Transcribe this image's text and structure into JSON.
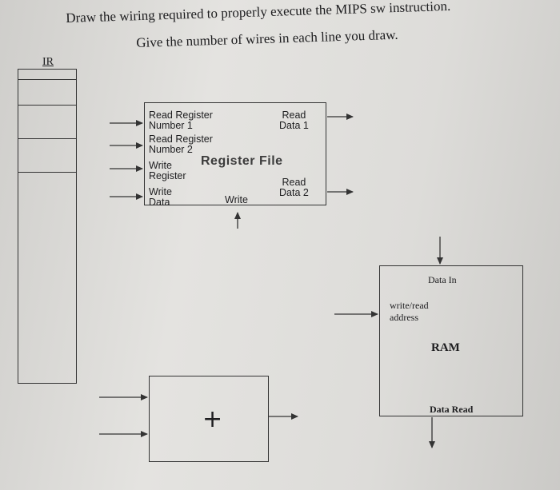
{
  "title": {
    "line1": "Draw the wiring required to properly execute the MIPS sw instruction.",
    "line2": "Give the number of wires in each line you draw."
  },
  "instruction_register": {
    "label": "IR"
  },
  "register_file": {
    "title": "Register File",
    "read_register_1": [
      "Read Register",
      "Number 1"
    ],
    "read_register_2": [
      "Read Register",
      "Number 2"
    ],
    "write_register": [
      "Write",
      "Register"
    ],
    "write_data": [
      "Write",
      "Data"
    ],
    "write_control": "Write",
    "read_data_1": [
      "Read",
      "Data 1"
    ],
    "read_data_2": [
      "Read",
      "Data 2"
    ]
  },
  "ram": {
    "title": "RAM",
    "data_in": "Data In",
    "address": [
      "write/read",
      "address"
    ],
    "data_read": "Data Read"
  },
  "adder": {
    "symbol": "+"
  },
  "colors": {
    "line": "#333333",
    "paper": "#dedddb"
  }
}
